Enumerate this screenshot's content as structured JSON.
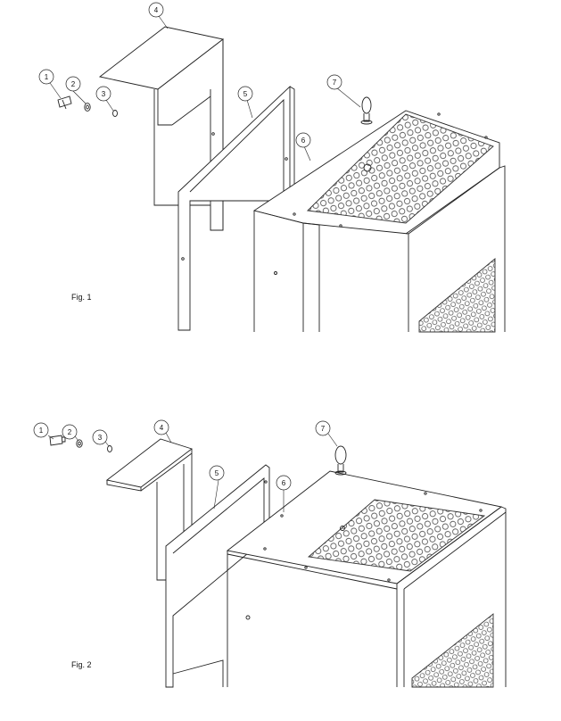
{
  "figure1": {
    "caption": "Fig. 1",
    "callouts": [
      "1",
      "2",
      "3",
      "4",
      "5",
      "6",
      "7"
    ]
  },
  "figure2": {
    "caption": "Fig. 2",
    "callouts": [
      "1",
      "2",
      "3",
      "4",
      "5",
      "6",
      "7"
    ]
  }
}
